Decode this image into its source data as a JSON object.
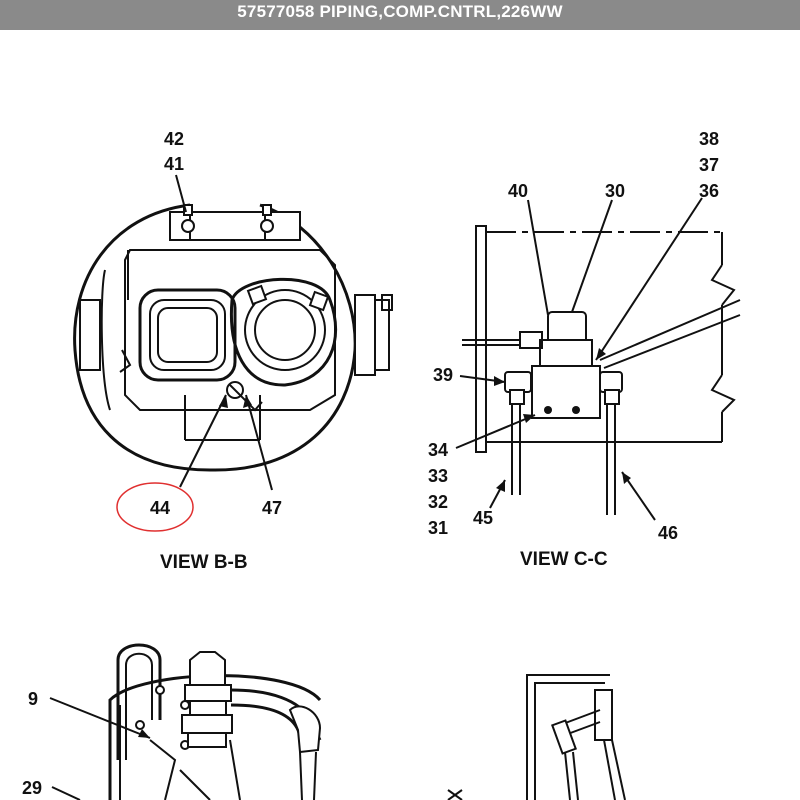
{
  "header": {
    "title": "57577058 PIPING,COMP.CNTRL,226WW",
    "background_color": "#8a8a8a"
  },
  "view_bb": {
    "label": "VIEW B-B",
    "callouts": [
      "42",
      "41",
      "44",
      "47"
    ],
    "highlighted_callout": "44",
    "highlight_color": "#e03030"
  },
  "view_cc": {
    "label": "VIEW C-C",
    "callouts_right_stack": [
      "38",
      "37",
      "36"
    ],
    "callout_40": "40",
    "callout_30": "30",
    "callout_39": "39",
    "callouts_left_stack": [
      "34",
      "33",
      "32",
      "31"
    ],
    "callout_45": "45",
    "callout_46": "46"
  },
  "lower_view": {
    "callouts": [
      "9",
      "29"
    ]
  }
}
